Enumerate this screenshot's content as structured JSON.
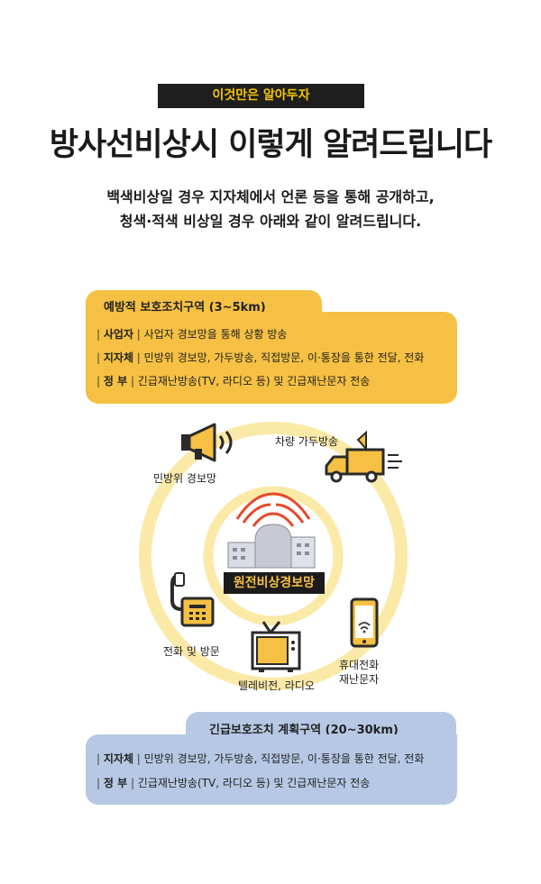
{
  "header": {
    "tag": "이것만은 알아두자",
    "title": "방사선비상시 이렇게 알려드립니다",
    "description_line1": "백색비상일 경우 지자체에서 언론 등을 통해 공개하고,",
    "description_line2": "청색·적색 비상일 경우 아래와 같이 알려드립니다."
  },
  "preventive_zone": {
    "title": "예방적 보호조치구역 (3~5km)",
    "rows": [
      {
        "who": "사업자",
        "what": "사업자 경보망을 통해 상황 방송"
      },
      {
        "who": "지자체",
        "what": "민방위 경보망, 가두방송, 직접방문, 이·통장을 통한 전달, 전화"
      },
      {
        "who": "정 부",
        "what": "긴급재난방송(TV, 라디오 등) 및 긴급재난문자 전송"
      }
    ]
  },
  "diagram": {
    "center": "원전비상경보망",
    "channels": {
      "civil_defense": "민방위 경보망",
      "vehicle": "차량 가두방송",
      "phone": "전화 및 방문",
      "tv": "텔레비전, 라디오",
      "mobile_line1": "휴대전화",
      "mobile_line2": "재난문자"
    },
    "colors": {
      "ring": "#fbe9a8",
      "accent": "#f5c043",
      "signal": "#e8472c"
    }
  },
  "emergency_zone": {
    "title": "긴급보호조치 계획구역 (20~30km)",
    "rows": [
      {
        "who": "지자체",
        "what": "민방위 경보망, 가두방송, 직접방문, 이·통장을 통한 전달, 전화"
      },
      {
        "who": "정 부",
        "what": "긴급재난방송(TV, 라디오 등) 및 긴급재난문자 전송"
      }
    ]
  }
}
